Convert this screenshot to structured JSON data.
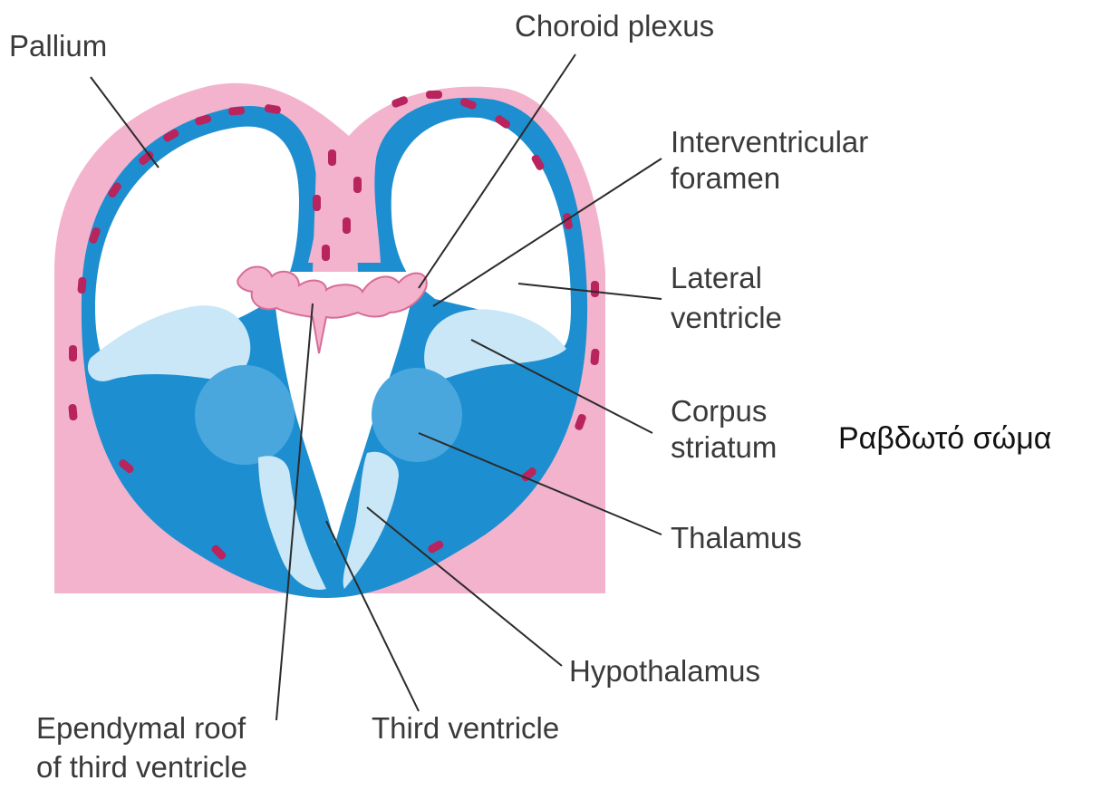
{
  "labels": {
    "pallium": "Pallium",
    "choroid_plexus": "Choroid plexus",
    "interventricular_line1": "Interventricular",
    "interventricular_line2": "foramen",
    "lateral_line1": "Lateral",
    "lateral_line2": "ventricle",
    "corpus_line1": "Corpus",
    "corpus_line2": "striatum",
    "thalamus": "Thalamus",
    "hypothalamus": "Hypothalamus",
    "ependymal_line1": "Ependymal roof",
    "ependymal_line2": "of third ventricle",
    "third_ventricle": "Third ventricle",
    "greek_annotation": "Ραβδωτό σώμα"
  },
  "colors": {
    "background": "#ffffff",
    "mesenchyme_pink": "#f3b3cc",
    "wall_blue": "#1d8fd1",
    "deep_blue": "#2a86c8",
    "pale_blue": "#c9e7f7",
    "nucleus_blue": "#4aa7de",
    "cavity": "#ffffff",
    "cells": "#b8245e",
    "text": "#3a3a3a"
  }
}
